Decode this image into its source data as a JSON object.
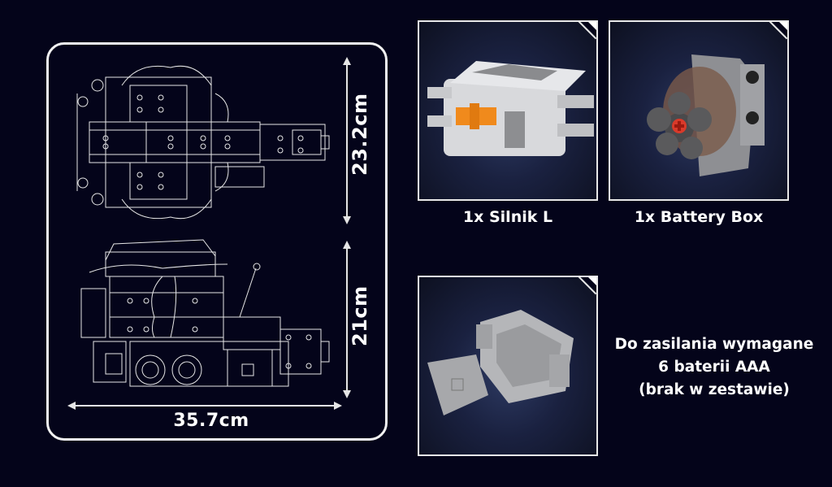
{
  "dimensions_panel": {
    "height_top_view": "23.2cm",
    "height_side_view": "21cm",
    "width": "35.7cm"
  },
  "products": [
    {
      "caption": "1x Silnik L",
      "image": "battery-box-render"
    },
    {
      "caption": "1x Battery Box",
      "image": "l-motor-render"
    },
    {
      "caption": "",
      "image": "open-battery-box-render"
    }
  ],
  "note": {
    "lines": [
      "Do zasilania wymagane",
      "6 baterii AAA",
      "(brak w zestawie)"
    ]
  },
  "colors": {
    "background": "#04041a",
    "line": "#e8e8e8",
    "accent_orange": "#f08a1c",
    "accent_red": "#d93a2a"
  }
}
